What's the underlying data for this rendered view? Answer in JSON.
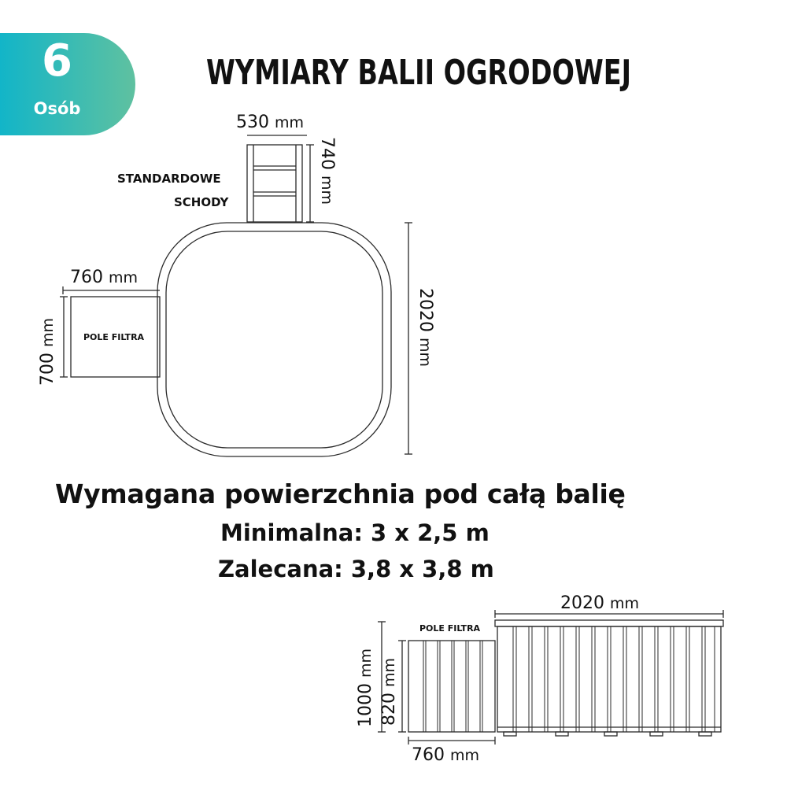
{
  "badge": {
    "number": "6",
    "label": "Osób",
    "color_start": "#12b5c8",
    "color_end": "#5fc1a0"
  },
  "title": "WYMIARY BALII OGRODOWEJ",
  "top_view": {
    "stairs_label_line1": "STANDARDOWE",
    "stairs_label_line2": "SCHODY",
    "stairs_width": {
      "value": "530",
      "unit": "mm"
    },
    "stairs_depth": {
      "value": "740",
      "unit": "mm"
    },
    "tub_diameter": {
      "value": "2020",
      "unit": "mm"
    },
    "filter_label": "POLE FILTRA",
    "filter_width": {
      "value": "760",
      "unit": "mm"
    },
    "filter_depth": {
      "value": "700",
      "unit": "mm"
    }
  },
  "requirements": {
    "heading": "Wymagana powierzchnia pod całą balię",
    "minimal": "Minimalna: 3 x 2,5 m",
    "recommended": "Zalecana: 3,8 x 3,8 m"
  },
  "side_view": {
    "tub_width": {
      "value": "2020",
      "unit": "mm"
    },
    "tub_height": {
      "value": "1000",
      "unit": "mm"
    },
    "filter_label": "POLE FILTRA",
    "filter_height": {
      "value": "820",
      "unit": "mm"
    },
    "filter_width": {
      "value": "760",
      "unit": "mm"
    }
  }
}
